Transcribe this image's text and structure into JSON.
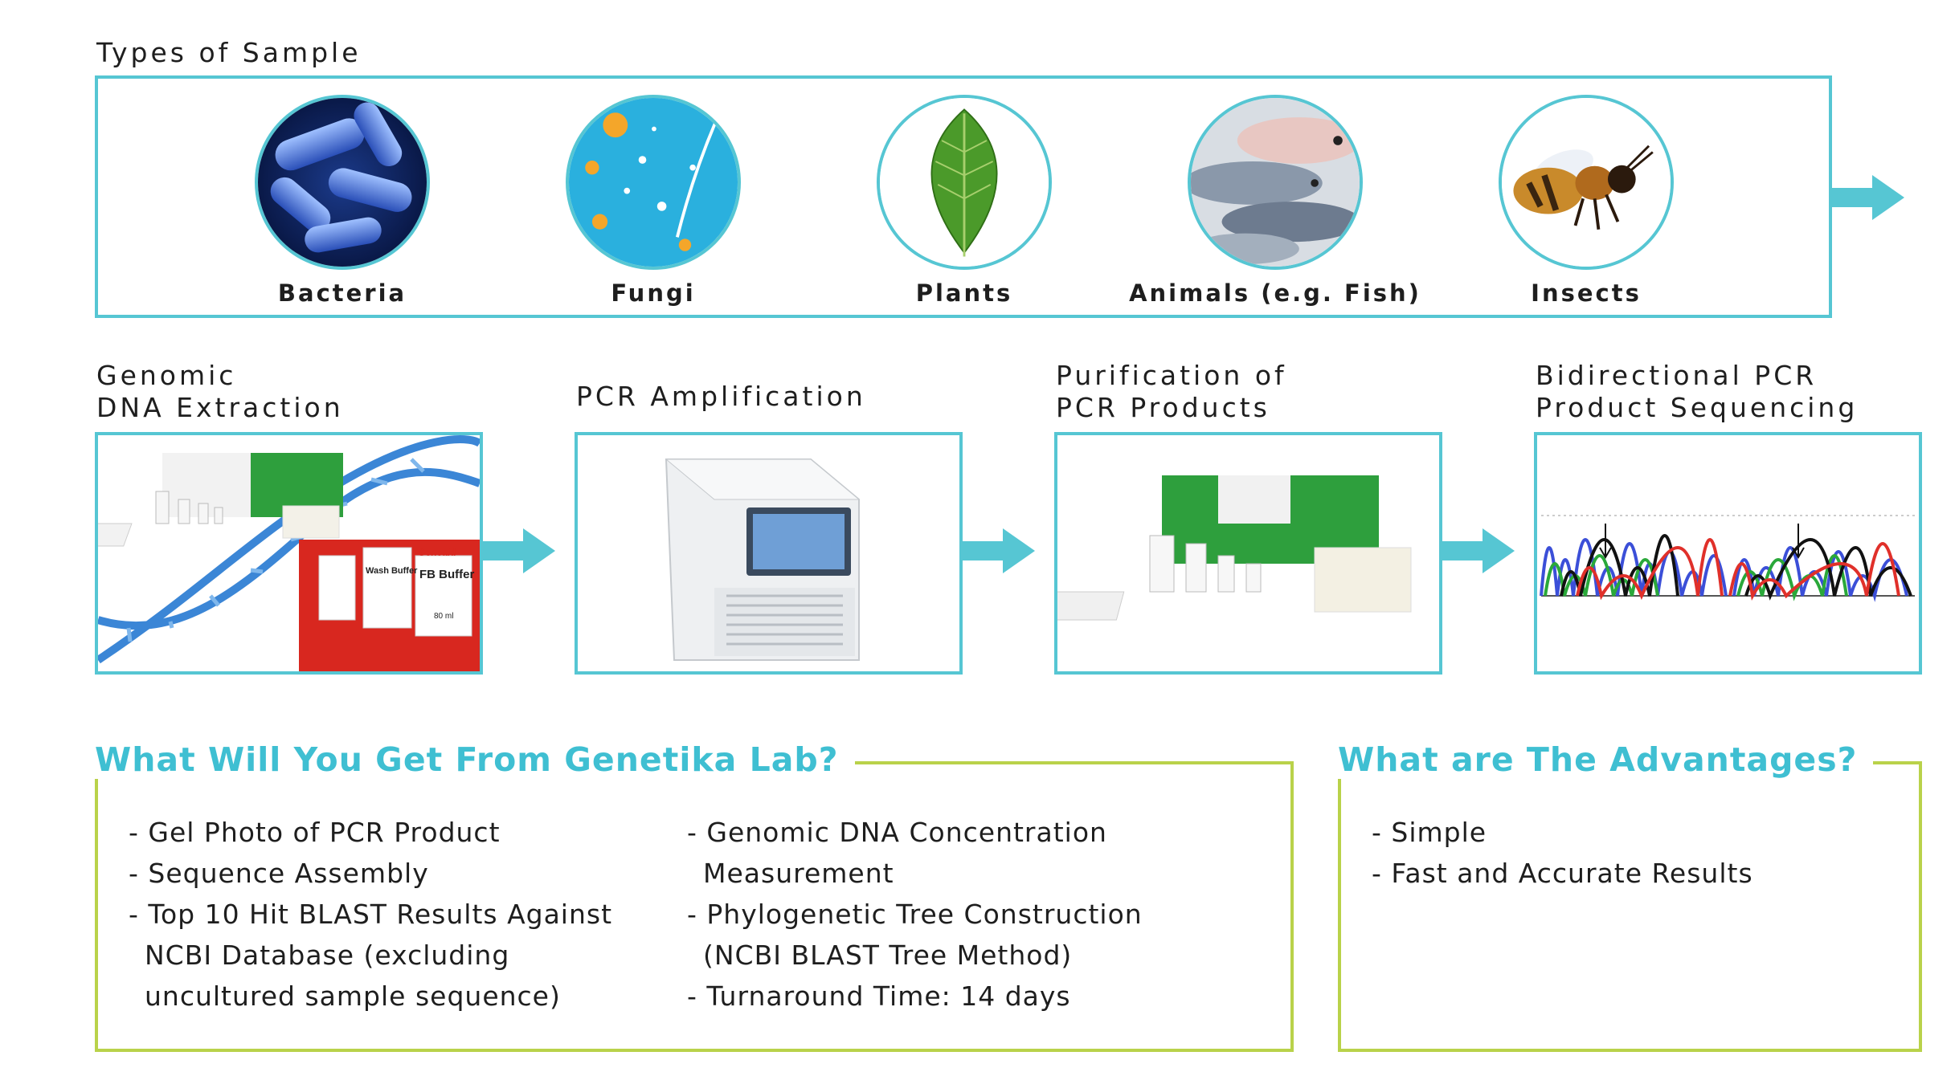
{
  "types_of_sample": {
    "title": "Types of Sample",
    "items": [
      {
        "label": "Bacteria",
        "icon": "bacteria-icon"
      },
      {
        "label": "Fungi",
        "icon": "fungi-icon"
      },
      {
        "label": "Plants",
        "icon": "leaf-icon"
      },
      {
        "label": "Animals (e.g. Fish)",
        "icon": "fish-icon"
      },
      {
        "label": "Insects",
        "icon": "bee-icon"
      }
    ]
  },
  "steps": [
    {
      "title_line1": "Genomic",
      "title_line2": "DNA Extraction"
    },
    {
      "title_line1": "PCR Amplification",
      "title_line2": ""
    },
    {
      "title_line1": "Purification of",
      "title_line2": "PCR Products"
    },
    {
      "title_line1": "Bidirectional PCR",
      "title_line2": "Product Sequencing"
    }
  ],
  "get_section": {
    "title": "What Will You Get From Genetika Lab?",
    "col1": [
      "- Gel Photo of PCR Product",
      "- Sequence Assembly",
      "- Top 10 Hit BLAST Results Against",
      "NCBI Database (excluding",
      "uncultured sample sequence)"
    ],
    "col2": [
      "- Genomic DNA Concentration",
      "Measurement",
      "- Phylogenetic Tree Construction",
      "(NCBI BLAST Tree Method)",
      "- Turnaround Time: 14 days"
    ]
  },
  "advantages": {
    "title": "What are The Advantages?",
    "items": [
      "- Simple",
      "- Fast and Accurate Results"
    ]
  },
  "kit_labels": {
    "brand": "Geneaid",
    "wash_buffer": "Wash Buffer",
    "fb_buffer": "FB Buffer",
    "volume": "80 ml"
  },
  "colors": {
    "teal": "#56c6d3",
    "green": "#b9d24a",
    "title_teal": "#3fbfd2"
  }
}
